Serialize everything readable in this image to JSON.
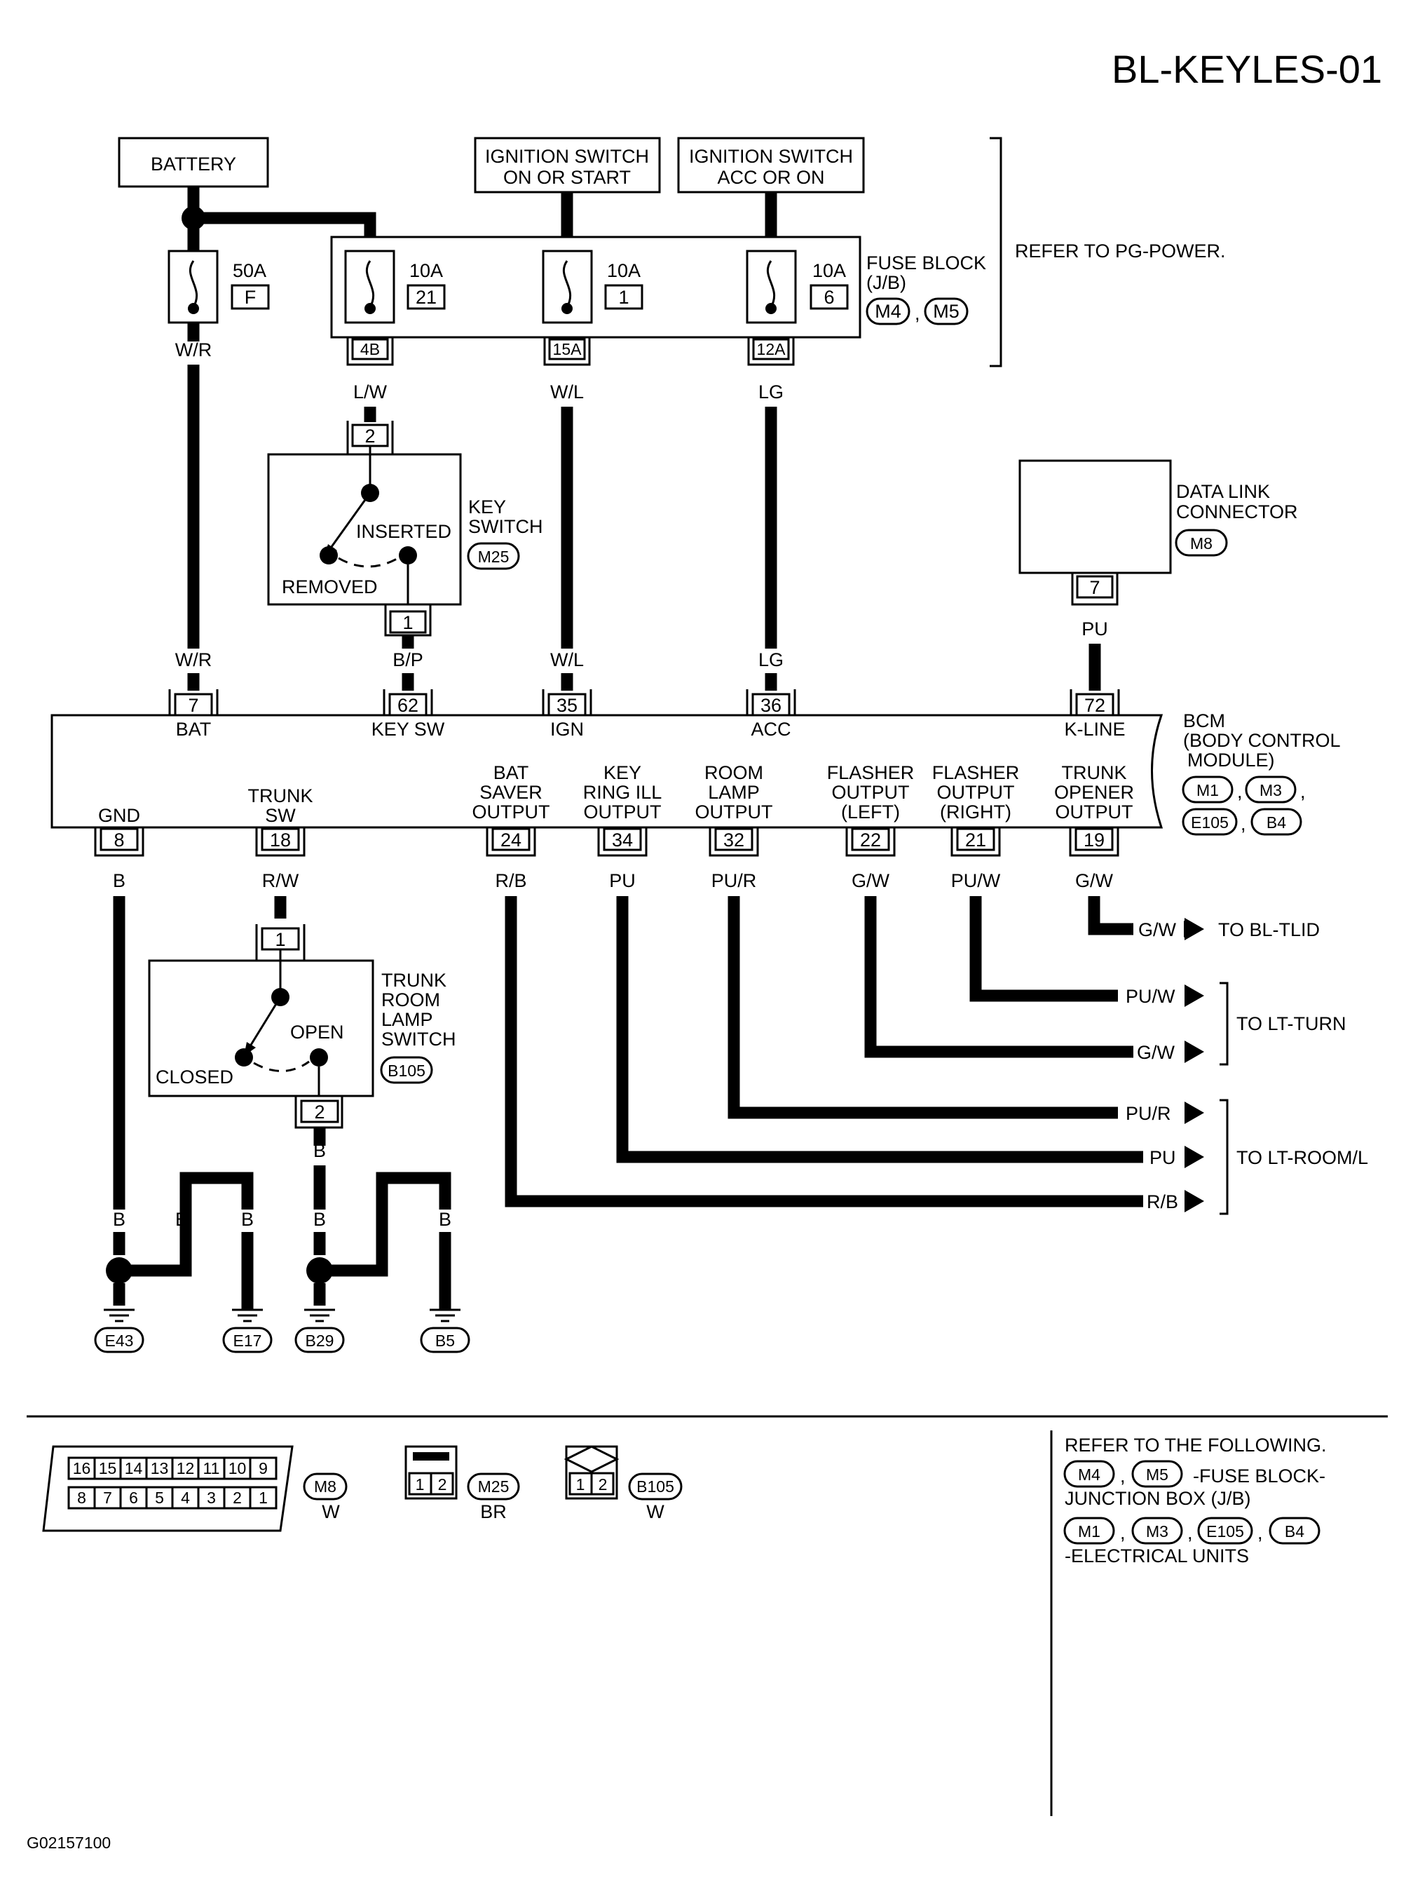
{
  "title": "BL-KEYLES-01",
  "image_code": "G02157100",
  "power_sources": {
    "battery": "BATTERY",
    "ign_on_start": [
      "IGNITION SWITCH",
      "ON OR START"
    ],
    "ign_acc_on": [
      "IGNITION SWITCH",
      "ACC OR ON"
    ]
  },
  "fuses": {
    "f50a": {
      "amp": "50A",
      "id": "F"
    },
    "f21": {
      "amp": "10A",
      "id": "21"
    },
    "f1": {
      "amp": "10A",
      "id": "1"
    },
    "f6": {
      "amp": "10A",
      "id": "6"
    }
  },
  "fuse_block": {
    "label": [
      "FUSE BLOCK",
      "(J/B)"
    ],
    "connectors": [
      "M4",
      "M5"
    ],
    "terminals": [
      "4B",
      "15A",
      "12A"
    ]
  },
  "refer_pg": "REFER TO PG-POWER.",
  "key_switch": {
    "label": [
      "KEY",
      "SWITCH"
    ],
    "connector": "M25",
    "inserted": "INSERTED",
    "removed": "REMOVED",
    "pin_top": "2",
    "pin_bottom": "1"
  },
  "data_link": {
    "label": [
      "DATA LINK",
      "CONNECTOR"
    ],
    "connector": "M8",
    "pin": "7"
  },
  "wire_colors": {
    "wr": "W/R",
    "lw": "L/W",
    "wl": "W/L",
    "lg": "LG",
    "bp": "B/P",
    "pu": "PU",
    "b": "B",
    "rw": "R/W",
    "rb": "R/B",
    "pur": "PU/R",
    "gw": "G/W",
    "puw": "PU/W"
  },
  "bcm": {
    "label": [
      "BCM",
      "(BODY CONTROL",
      "MODULE)"
    ],
    "connectors": [
      "M1",
      "M3",
      "E105",
      "B4"
    ],
    "top_pins": [
      {
        "num": "7",
        "name": "BAT"
      },
      {
        "num": "62",
        "name": "KEY SW"
      },
      {
        "num": "35",
        "name": "IGN"
      },
      {
        "num": "36",
        "name": "ACC"
      },
      {
        "num": "72",
        "name": "K-LINE"
      }
    ],
    "bottom_pins": [
      {
        "num": "8",
        "lines": [
          "GND"
        ]
      },
      {
        "num": "18",
        "lines": [
          "TRUNK",
          "SW"
        ]
      },
      {
        "num": "24",
        "lines": [
          "BAT",
          "SAVER",
          "OUTPUT"
        ]
      },
      {
        "num": "34",
        "lines": [
          "KEY",
          "RING ILL",
          "OUTPUT"
        ]
      },
      {
        "num": "32",
        "lines": [
          "ROOM",
          "LAMP",
          "OUTPUT"
        ]
      },
      {
        "num": "22",
        "lines": [
          "FLASHER",
          "OUTPUT",
          "(LEFT)"
        ]
      },
      {
        "num": "21",
        "lines": [
          "FLASHER",
          "OUTPUT",
          "(RIGHT)"
        ]
      },
      {
        "num": "19",
        "lines": [
          "TRUNK",
          "OPENER",
          "OUTPUT"
        ]
      }
    ]
  },
  "trunk_switch": {
    "label": [
      "TRUNK",
      "ROOM",
      "LAMP",
      "SWITCH"
    ],
    "connector": "B105",
    "open": "OPEN",
    "closed": "CLOSED",
    "pin_top": "1",
    "pin_bottom": "2"
  },
  "destinations": {
    "bl_tlid": "TO BL-TLID",
    "lt_turn": "TO LT-TURN",
    "lt_rooml": "TO LT-ROOM/L"
  },
  "grounds": [
    "E43",
    "E17",
    "B29",
    "B5"
  ],
  "connector_views": {
    "m8": {
      "id": "M8",
      "color": "W",
      "top_row": [
        "16",
        "15",
        "14",
        "13",
        "12",
        "11",
        "10",
        "9"
      ],
      "bottom_row": [
        "8",
        "7",
        "6",
        "5",
        "4",
        "3",
        "2",
        "1"
      ]
    },
    "m25": {
      "id": "M25",
      "color": "BR",
      "pins": [
        "1",
        "2"
      ]
    },
    "b105": {
      "id": "B105",
      "color": "W",
      "pins": [
        "1",
        "2"
      ]
    }
  },
  "refer_following": {
    "heading": "REFER TO THE FOLLOWING.",
    "fuse_conns": [
      "M4",
      "M5"
    ],
    "fuse_text": [
      "-FUSE BLOCK-",
      "JUNCTION BOX (J/B)"
    ],
    "unit_conns": [
      "M1",
      "M3",
      "E105",
      "B4"
    ],
    "unit_text": "-ELECTRICAL UNITS"
  }
}
